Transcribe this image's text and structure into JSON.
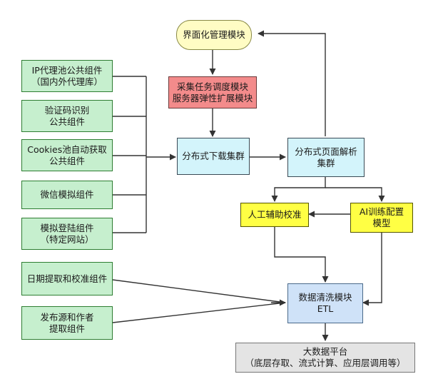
{
  "nodes": {
    "ui_module": "界面化管理模块",
    "scheduler": "采集任务调度模块\n服务器弹性扩展模块",
    "downloader": "分布式下载集群",
    "parser": "分布式页面解析\n集群",
    "manual_check": "人工辅助校准",
    "ai_training": "AI训练配置\n模型",
    "data_cleaning": "数据清洗模块\nETL",
    "big_data": "大数据平台\n（底层存取、流式计算、应用层调用等）",
    "components": [
      "IP代理池公共组件\n（国内外代理库）",
      "验证码识别\n公共组件",
      "Cookies池自动获取\n公共组件",
      "微信模拟组件",
      "模拟登陆组件\n（特定网站）",
      "日期提取和校准组件",
      "发布源和作者\n提取组件"
    ]
  },
  "colors": {
    "component_fill": "#c6efce",
    "cluster_fill": "#d3f4fb",
    "scheduler_fill": "#f38b8b",
    "highlight_fill": "#ffff44",
    "etl_fill": "#cfe2f8",
    "platform_fill": "#e4e4e4",
    "ui_fill": "#fffcc4"
  }
}
